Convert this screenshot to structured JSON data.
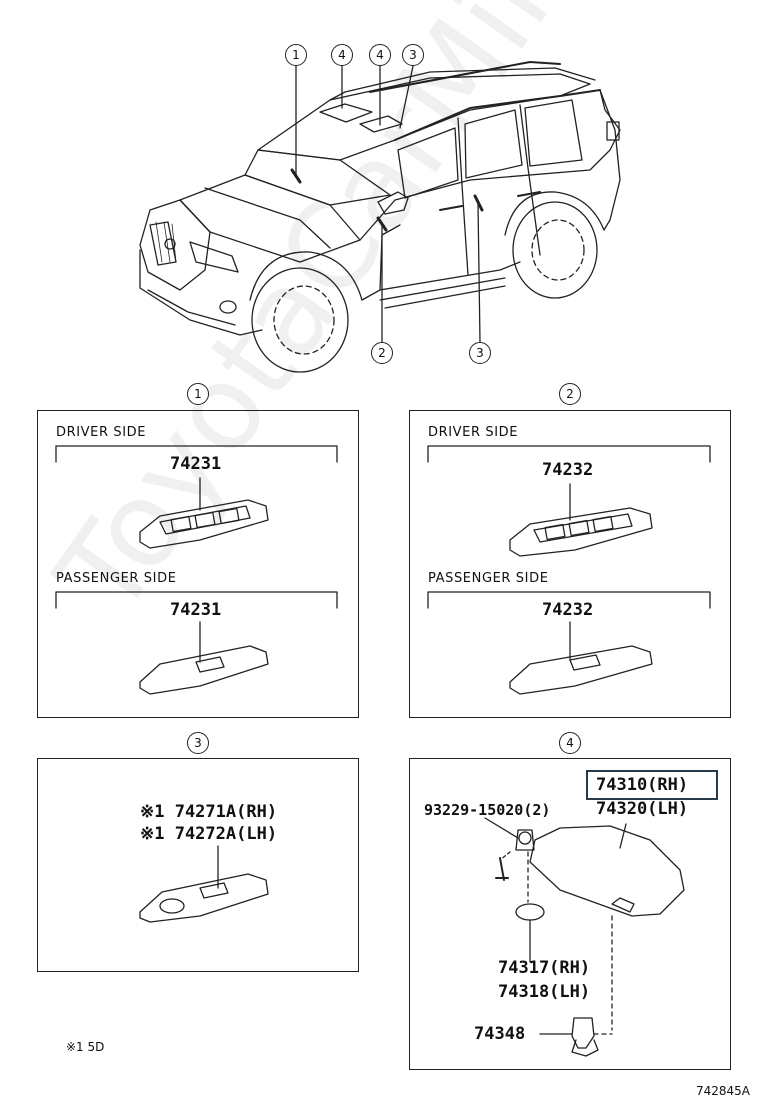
{
  "callouts": {
    "c1": "1",
    "c2": "2",
    "c3": "3",
    "c4": "4"
  },
  "panel1": {
    "driver_label": "DRIVER SIDE",
    "driver_part": "74231",
    "passenger_label": "PASSENGER SIDE",
    "passenger_part": "74231"
  },
  "panel2": {
    "driver_label": "DRIVER SIDE",
    "driver_part": "74232",
    "passenger_label": "PASSENGER SIDE",
    "passenger_part": "74232"
  },
  "panel3": {
    "part_rh": "※1 74271A(RH)",
    "part_lh": "※1 74272A(LH)"
  },
  "panel4": {
    "part_rh": "74310(RH)",
    "part_lh": "74320(LH)",
    "screw": "93229-15020(2)",
    "holder_rh": "74317(RH)",
    "holder_lh": "74318(LH)",
    "clip": "74348"
  },
  "footnote": "※1 5D",
  "diagram_code": "742845A",
  "watermark": "ToyotaCarMine.ru"
}
